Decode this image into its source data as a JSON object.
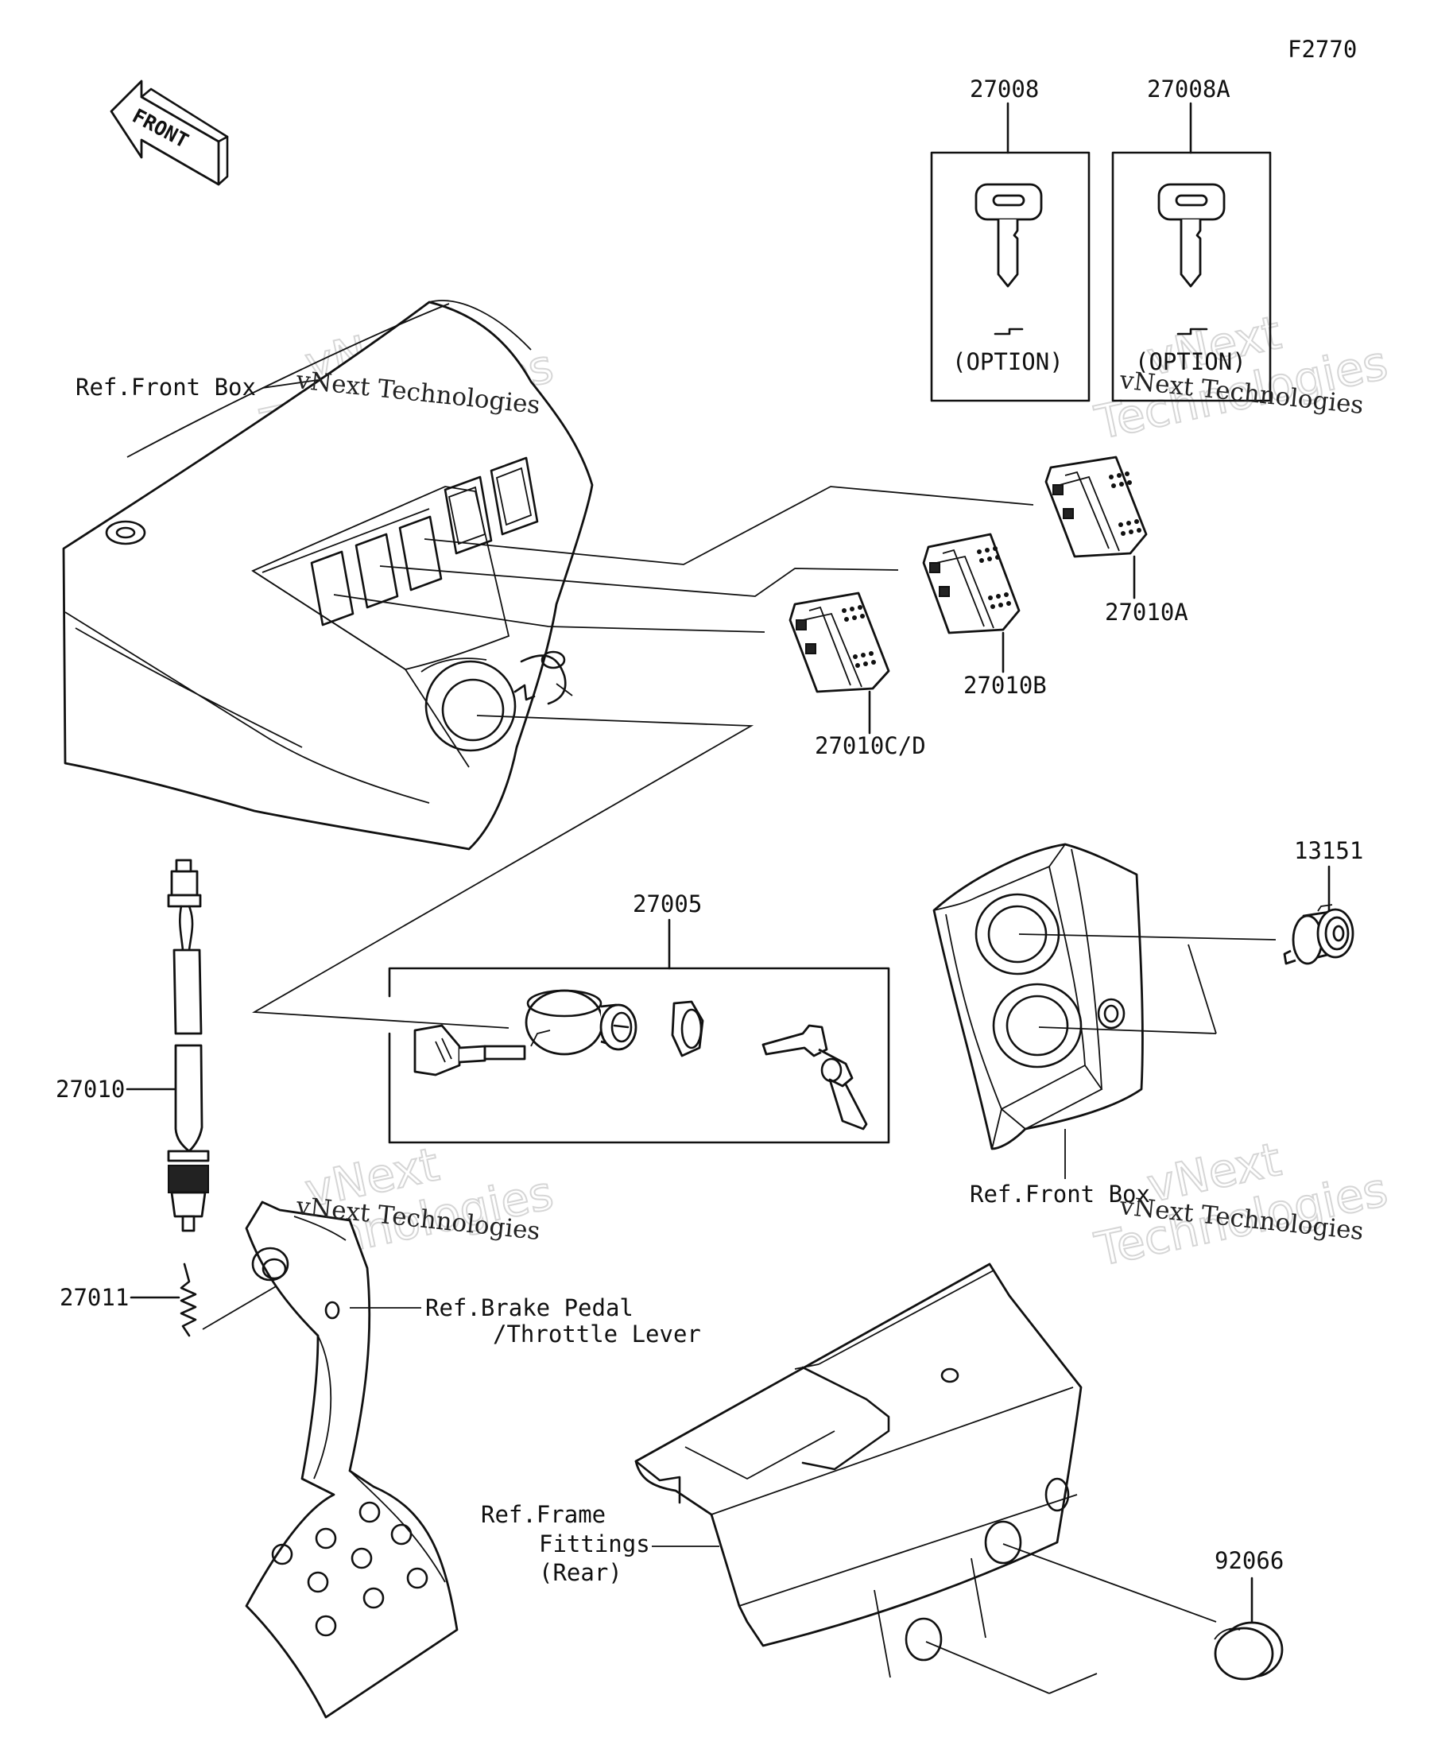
{
  "diagram": {
    "figure_code": "F2770",
    "front_arrow_text": "FRONT",
    "option_boxes": [
      {
        "part": "27008",
        "note": "(OPTION)"
      },
      {
        "part": "27008A",
        "note": "(OPTION)"
      }
    ],
    "part_labels": {
      "p27010A": "27010A",
      "p27010B": "27010B",
      "p27010CD": "27010C/D",
      "p27005": "27005",
      "p13151": "13151",
      "p27010": "27010",
      "p27011": "27011",
      "p92066": "92066"
    },
    "reference_labels": {
      "front_box_top": "Ref.Front Box",
      "front_box_mid": "Ref.Front Box",
      "brake_line1": "Ref.Brake Pedal",
      "brake_line2": "/Throttle Lever",
      "frame_line1": "Ref.Frame",
      "frame_line2": "Fittings",
      "frame_line3": "(Rear)"
    },
    "watermarks": [
      {
        "line1": "vNext",
        "line2": "Technologies",
        "caption": "vNext Technologies"
      },
      {
        "line1": "vNext",
        "line2": "Technologies",
        "caption": "vNext Technologies"
      },
      {
        "line1": "vNext",
        "line2": "Technologies",
        "caption": "vNext Technologies"
      },
      {
        "line1": "vNext",
        "line2": "Technologies",
        "caption": "vNext Technologies"
      }
    ]
  }
}
